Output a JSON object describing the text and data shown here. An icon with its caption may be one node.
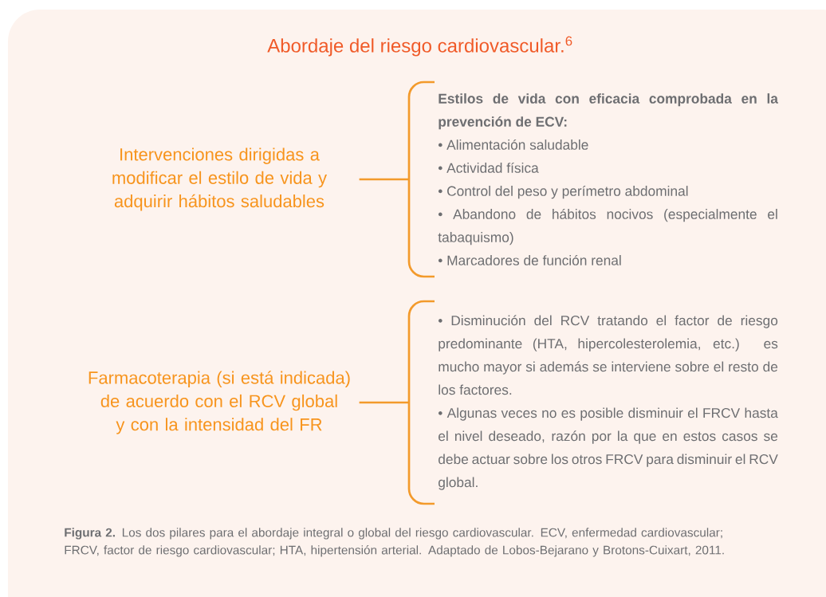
{
  "diagram": {
    "title": "Abordaje del riesgo cardiovascular.$^{6}$",
    "nodes": [
      {
        "text": [
          "Intervenciones dirigidas a modificar el estilo de vida y adquirir hábitos saludables"
        ]
      },
      {
        "text": [
          "Estilos de vida con eficacia comprobada en la prevención de ECV:",
          "• Alimentación saludable",
          "• Actividad física",
          "• Control del peso y perímetro abdominal",
          "• Abandono de hábitos nocivos (especialmente el tabaquismo)",
          "• Marcadores de función renal"
        ]
      },
      {
        "text": [
          "Farmacoterapia (si está indicada) de acuerdo con el RCV global y con la intensidad del FR"
        ]
      },
      {
        "text": [
          "• Disminución del RCV tratando el factor de riesgo predominante (HTA, hipercolesterolemia, etc.) es mucho mayor si además se interviene sobre el resto de los factores.",
          "• Algunas veces no es posible disminuir el FRCV hasta el nivel deseado, razón por la que en estos casos se debe actuar sobre los otros FRCV para disminuir el RCV global."
        ]
      }
    ],
    "edges": [
      {
        "from": 0,
        "to": 1,
        "arrow": "none"
      },
      {
        "from": 2,
        "to": 3,
        "arrow": "none"
      }
    ],
    "caption": "**Figura 2.** Los dos pilares para el abordaje integral o global del riesgo cardiovascular. ECV, enfermedad cardiovascular; FRCV, factor de riesgo cardiovascular; HTA, hipertensión arterial. Adaptado de Lobos-Bejarano y Brotons-Cuixart, 2011."
  }
}
